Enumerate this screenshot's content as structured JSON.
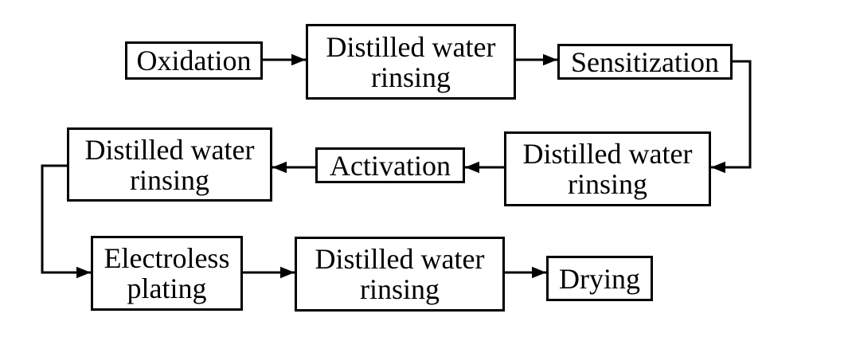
{
  "flowchart": {
    "steps": {
      "oxidation": "Oxidation",
      "rinse1": {
        "line1": "Distilled water",
        "line2": "rinsing"
      },
      "sensitization": "Sensitization",
      "rinse2": {
        "line1": "Distilled water",
        "line2": "rinsing"
      },
      "activation": "Activation",
      "rinse3": {
        "line1": "Distilled water",
        "line2": "rinsing"
      },
      "electroless": {
        "line1": "Electroless",
        "line2": "plating"
      },
      "rinse4": {
        "line1": "Distilled water",
        "line2": "rinsing"
      },
      "drying": "Drying"
    }
  }
}
